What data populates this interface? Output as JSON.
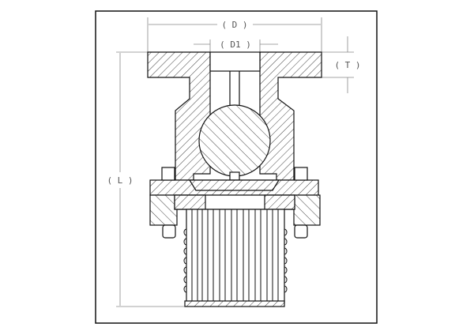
{
  "drawing": {
    "title": "Foot valve with strainer - sectional view",
    "dimensions": {
      "outer_diameter": "( D )",
      "bore_diameter": "( D1 )",
      "flange_thickness": "( T )",
      "length": "( L )"
    }
  }
}
